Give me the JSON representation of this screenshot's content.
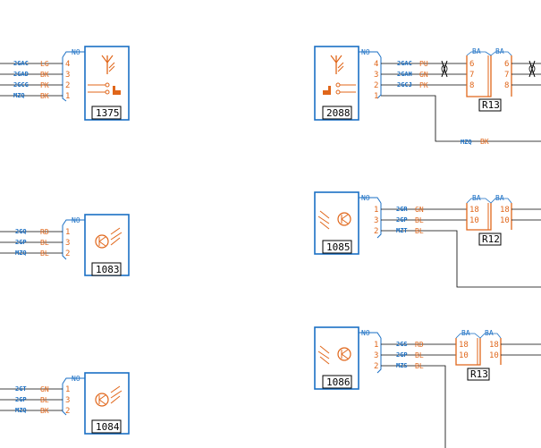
{
  "colors": {
    "blue": "#1a6fc4",
    "orange": "#e0661a",
    "black": "#000000"
  },
  "components": {
    "c1375": {
      "header": "NO",
      "id": "1375",
      "icon": "antenna-switch-icon",
      "rows": [
        {
          "wire": "2GAC",
          "color": "LG",
          "pin": "4"
        },
        {
          "wire": "2GAD",
          "color": "BK",
          "pin": "3"
        },
        {
          "wire": "2GCG",
          "color": "PK",
          "pin": "2"
        },
        {
          "wire": "MZQ",
          "color": "BK",
          "pin": "1"
        }
      ]
    },
    "c2088": {
      "header": "NO",
      "id": "2088",
      "icon": "antenna-switch-icon",
      "rows": [
        {
          "wire": "2GAC",
          "color": "PU",
          "pin": "4"
        },
        {
          "wire": "2GAH",
          "color": "GN",
          "pin": "3"
        },
        {
          "wire": "2GCJ",
          "color": "PK",
          "pin": "2"
        },
        {
          "pin": "1"
        }
      ]
    },
    "c1083": {
      "header": "NO",
      "id": "1083",
      "icon": "sensor-icon",
      "rows": [
        {
          "wire": "2GQ",
          "color": "RD",
          "pin": "1"
        },
        {
          "wire": "2GP",
          "color": "BL",
          "pin": "3"
        },
        {
          "wire": "MZQ",
          "color": "BL",
          "pin": "2"
        }
      ]
    },
    "c1085": {
      "header": "NO",
      "id": "1085",
      "icon": "sensor-icon",
      "rows": [
        {
          "wire": "2GR",
          "color": "GN",
          "pin": "1"
        },
        {
          "wire": "2GP",
          "color": "BL",
          "pin": "3"
        },
        {
          "wire": "MZT",
          "color": "BL",
          "pin": "2"
        }
      ]
    },
    "c1084": {
      "header": "NO",
      "id": "1084",
      "icon": "sensor-icon",
      "rows": [
        {
          "wire": "2GT",
          "color": "GN",
          "pin": "1"
        },
        {
          "wire": "2GP",
          "color": "BL",
          "pin": "3"
        },
        {
          "wire": "MZQ",
          "color": "BK",
          "pin": "2"
        }
      ]
    },
    "c1086": {
      "header": "NO",
      "id": "1086",
      "icon": "sensor-icon",
      "rows": [
        {
          "wire": "2GS",
          "color": "RD",
          "pin": "1"
        },
        {
          "wire": "2GP",
          "color": "BL",
          "pin": "3"
        },
        {
          "wire": "MZS",
          "color": "BL",
          "pin": "2"
        }
      ]
    }
  },
  "connectors": {
    "r13a": {
      "left_hdr": "BA",
      "right_hdr": "BA",
      "label": "R13",
      "left_pins": [
        "6",
        "7",
        "8"
      ],
      "right_pins": [
        "6",
        "7",
        "8"
      ]
    },
    "r12": {
      "left_hdr": "BA",
      "right_hdr": "BA",
      "label": "R12",
      "left_pins": [
        "18",
        "10"
      ],
      "right_pins": [
        "18",
        "10"
      ]
    },
    "r13b": {
      "left_hdr": "BA",
      "right_hdr": "BA",
      "label": "R13",
      "left_pins": [
        "18",
        "10"
      ],
      "right_pins": [
        "18",
        "10"
      ]
    }
  },
  "ground_wire": {
    "wire": "MZQ",
    "color": "BK"
  }
}
